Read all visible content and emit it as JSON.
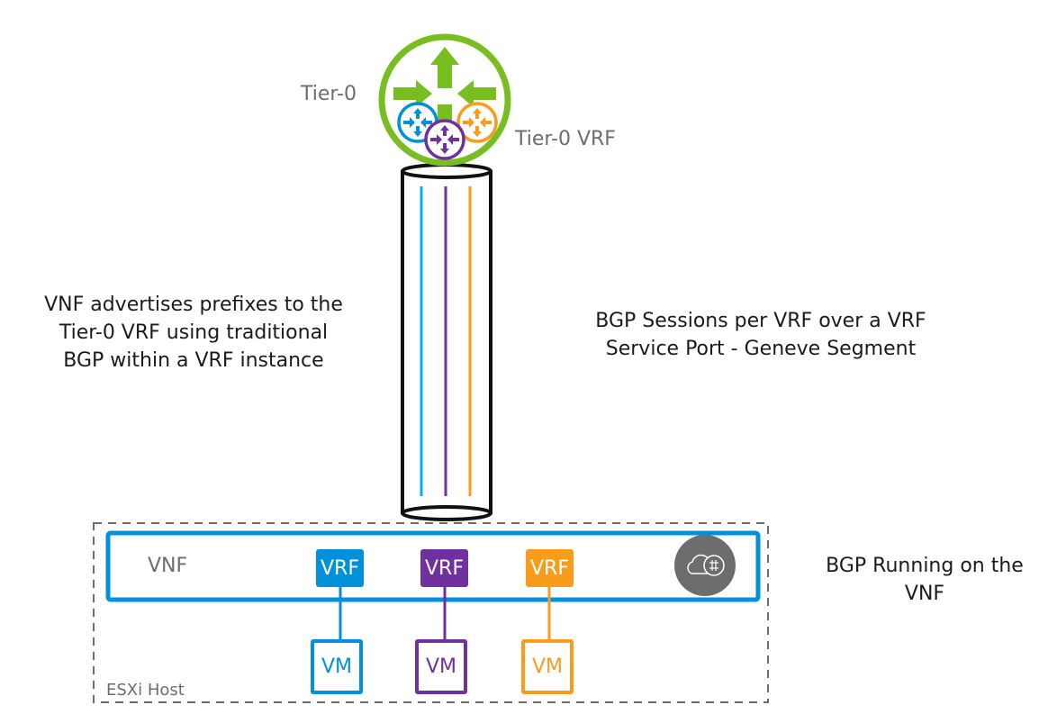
{
  "colors": {
    "tier0": "#78be20",
    "blue": "#0091da",
    "purple": "#7030a0",
    "orange": "#f89c1c",
    "cylinder": "#111111",
    "host_border": "#6d6d70",
    "appliance_icon": "#6d6d70",
    "cylinder_blue_line": "#00b2e3"
  },
  "top": {
    "tier0_label": "Tier-0",
    "tier0_vrf_label": "Tier-0 VRF",
    "icons": [
      "tier0-router-icon",
      "vrf-router-icon-blue",
      "vrf-router-icon-purple",
      "vrf-router-icon-orange"
    ]
  },
  "captions": {
    "left": [
      "VNF advertises prefixes to the",
      "Tier-0 VRF using traditional",
      "BGP within a VRF instance"
    ],
    "middle": [
      "BGP Sessions per VRF over a VRF",
      "Service Port - Geneve Segment"
    ],
    "right": [
      "BGP Running on the",
      "VNF"
    ]
  },
  "host": {
    "label": "ESXi Host",
    "vnf_label": "VNF",
    "vnf_icon": "cloud-nat-icon",
    "vrfs": [
      {
        "label": "VRF",
        "color": "blue"
      },
      {
        "label": "VRF",
        "color": "purple"
      },
      {
        "label": "VRF",
        "color": "orange"
      }
    ],
    "vms": [
      {
        "label": "VM",
        "color": "blue"
      },
      {
        "label": "VM",
        "color": "purple"
      },
      {
        "label": "VM",
        "color": "orange"
      }
    ]
  }
}
